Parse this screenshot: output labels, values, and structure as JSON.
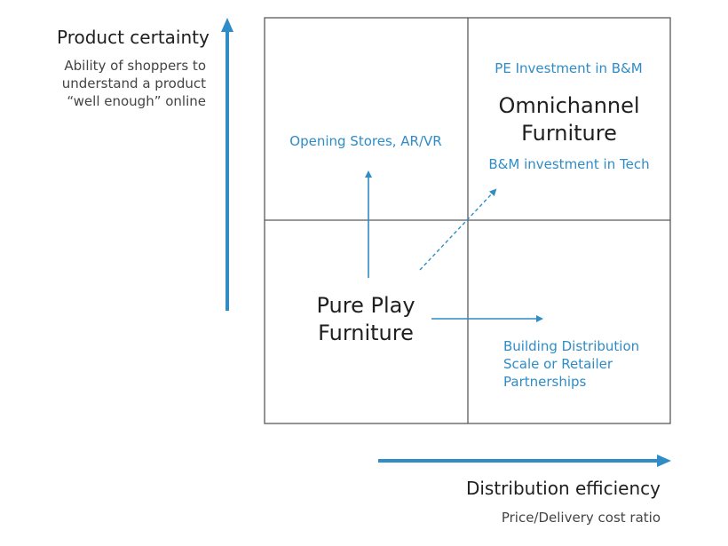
{
  "y_axis": {
    "title": "Product certainty",
    "subtitle_lines": [
      "Ability of shoppers to",
      "understand a product",
      "“well enough” online"
    ]
  },
  "x_axis": {
    "title": "Distribution efficiency",
    "subtitle": "Price/Delivery cost ratio"
  },
  "quadrants": {
    "top_right": {
      "title_lines": [
        "Omnichannel",
        "Furniture"
      ],
      "label_top": "PE Investment in B&M",
      "label_bottom": "B&M investment in Tech"
    },
    "bottom_left": {
      "title_lines": [
        "Pure Play",
        "Furniture"
      ]
    }
  },
  "moves": {
    "up_label": "Opening Stores, AR/VR",
    "right_label_lines": [
      "Building Distribution",
      "Scale or Retailer",
      "Partnerships"
    ]
  },
  "colors": {
    "accent": "#2f8cc7",
    "grid": "#5a5a5a",
    "title_text": "#1f1f1f"
  }
}
